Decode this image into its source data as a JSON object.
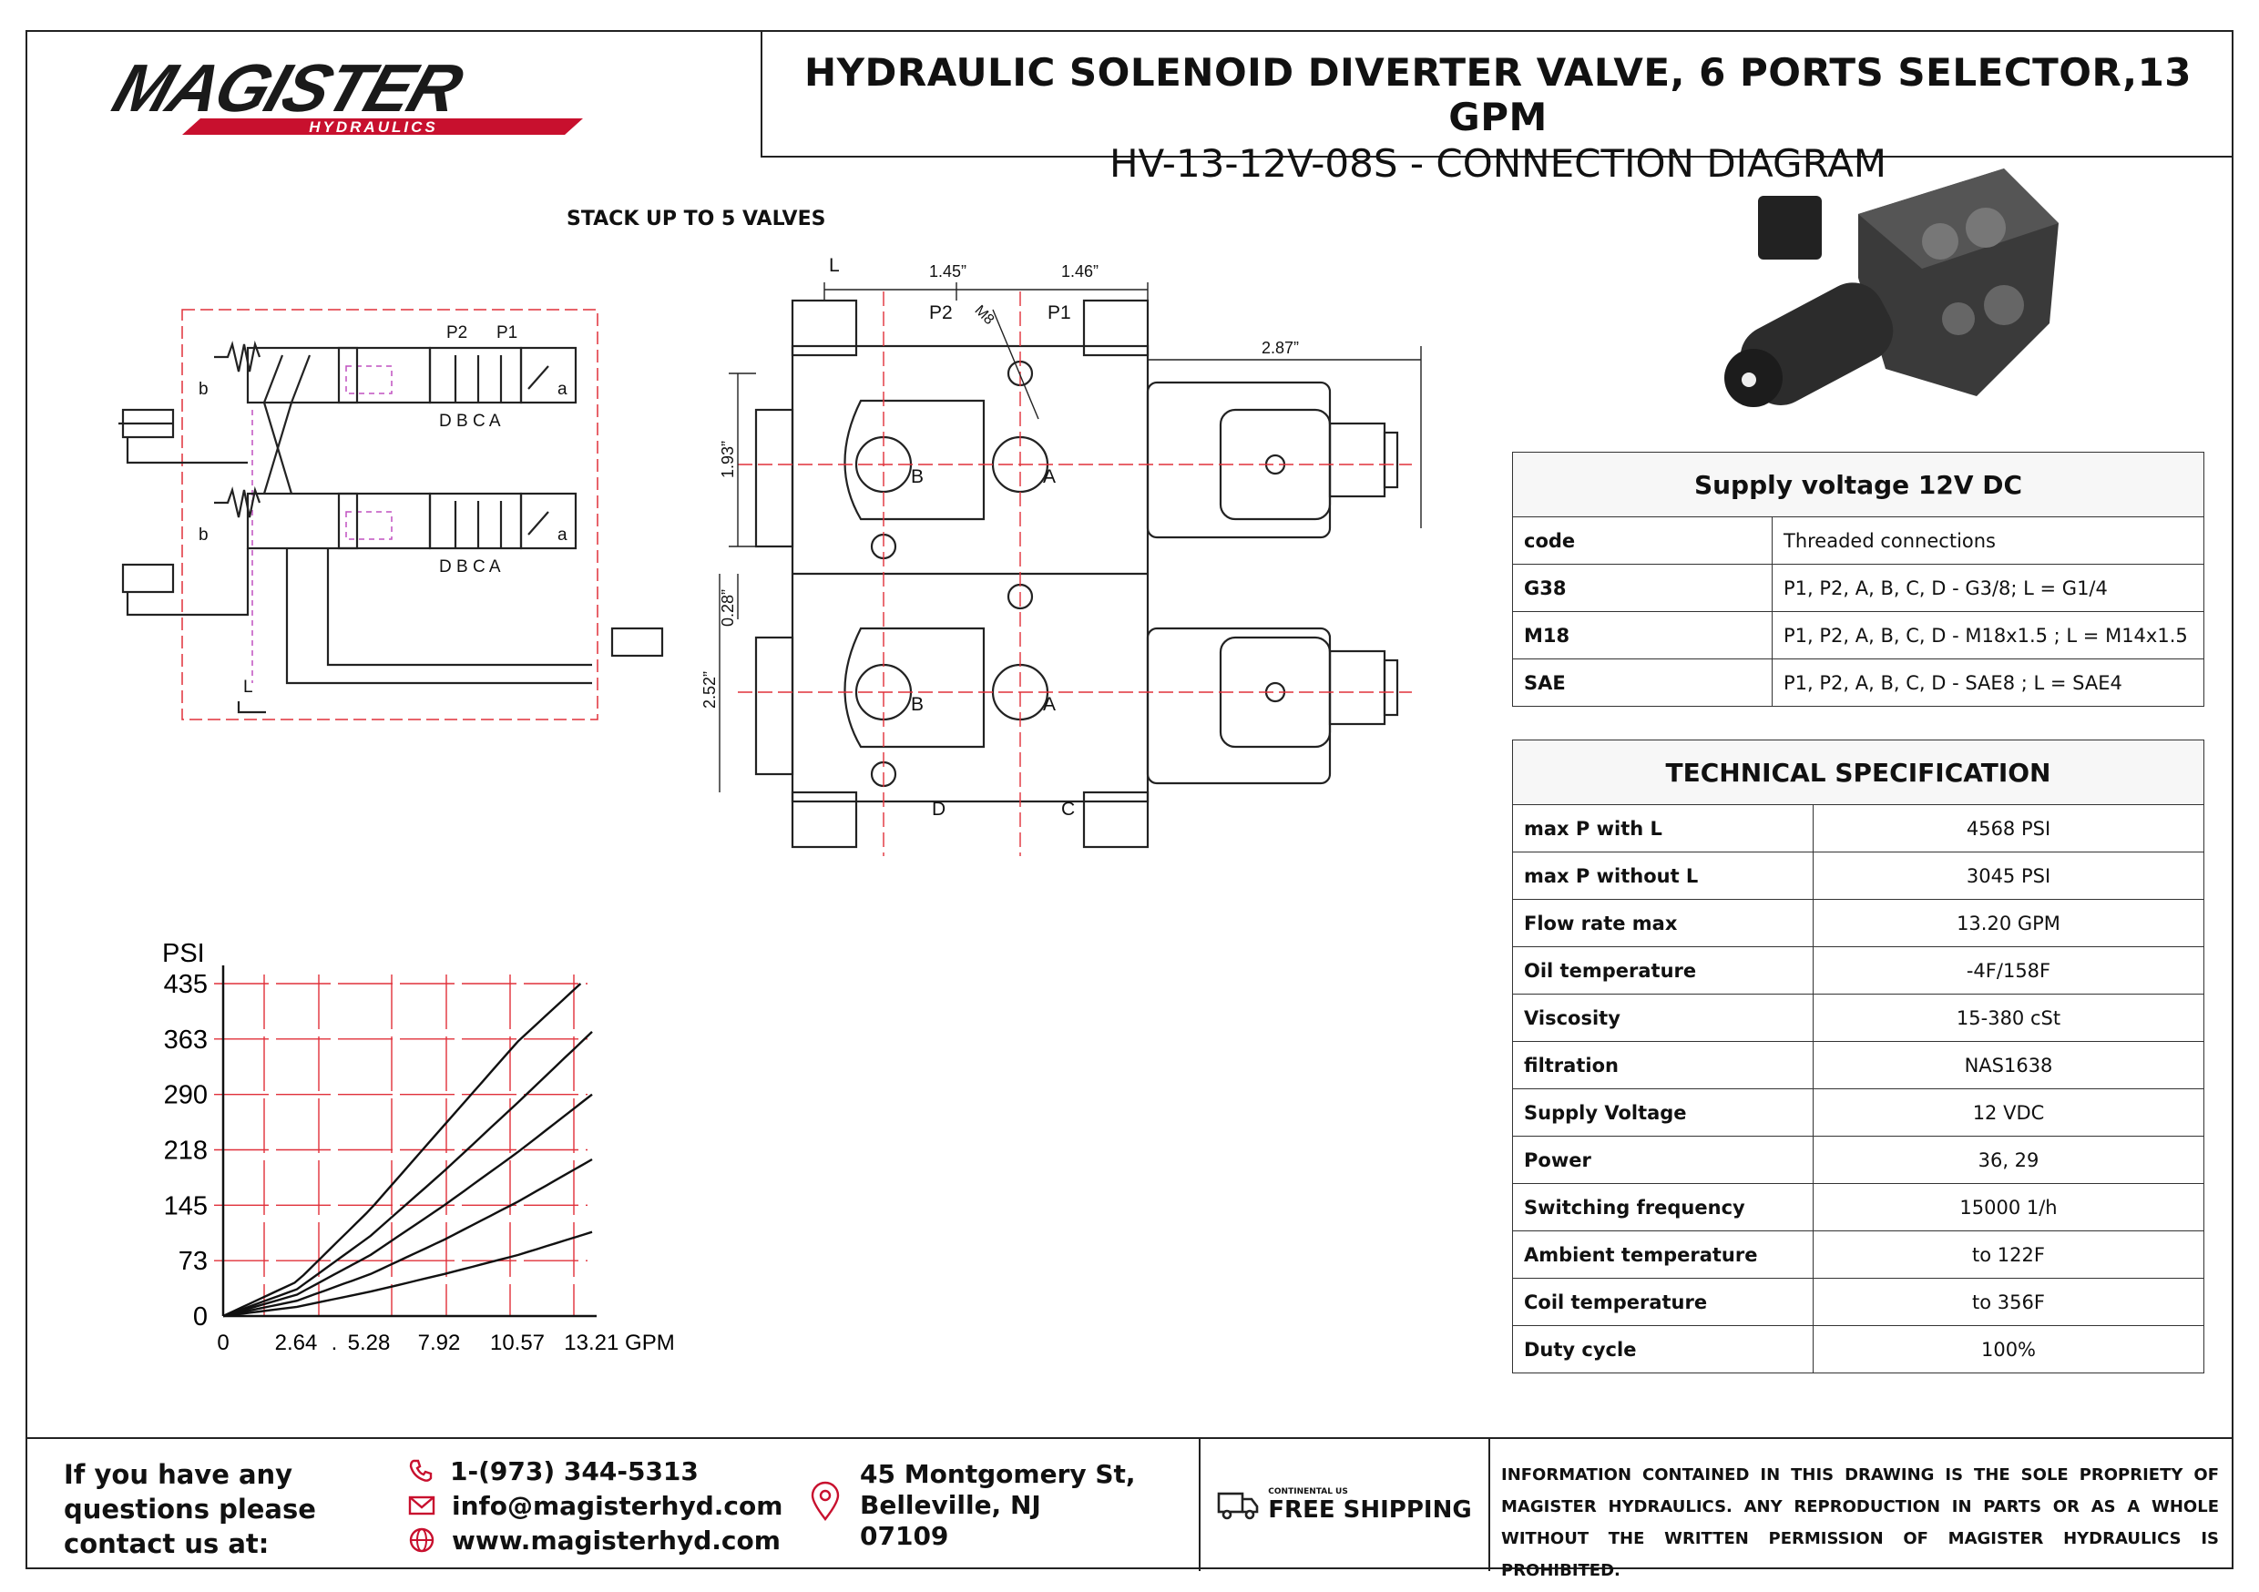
{
  "header": {
    "brand": "MAGISTER",
    "brand_sub": "HYDRAULICS",
    "title": "HYDRAULIC SOLENOID DIVERTER VALVE, 6 PORTS SELECTOR,13 GPM",
    "subtitle": "HV-13-12V-08S - CONNECTION DIAGRAM"
  },
  "diagram": {
    "stack_label": "STACK UP TO 5 VALVES",
    "schematic_labels": {
      "p2": "P2",
      "p1": "P1",
      "ports": "D B C A",
      "b": "b",
      "a": "a",
      "l": "L"
    },
    "drawing_labels": {
      "l": "L",
      "p2": "P2",
      "p1": "P1",
      "m8": "M8",
      "b": "B",
      "a": "A",
      "d": "D",
      "c": "C",
      "dim_145": "1.45”",
      "dim_146": "1.46”",
      "dim_287": "2.87”",
      "dim_193": "1.93”",
      "dim_028": "0.28”",
      "dim_252": "2.52”"
    }
  },
  "supply_table": {
    "header": "Supply voltage 12V DC",
    "rows": [
      {
        "code": "code",
        "value": "Threaded connections"
      },
      {
        "code": "G38",
        "value": "P1, P2, A, B, C, D - G3/8; L = G1/4"
      },
      {
        "code": "M18",
        "value": "P1, P2, A, B, C, D - M18x1.5 ; L = M14x1.5"
      },
      {
        "code": "SAE",
        "value": "P1, P2, A, B, C, D - SAE8 ; L = SAE4"
      }
    ]
  },
  "tech_table": {
    "header": "TECHNICAL SPECIFICATION",
    "rows": [
      {
        "key": "max P with L",
        "value": "4568 PSI"
      },
      {
        "key": "max P without L",
        "value": "3045 PSI"
      },
      {
        "key": "Flow rate max",
        "value": "13.20 GPM"
      },
      {
        "key": "Oil temperature",
        "value": "-4F/158F"
      },
      {
        "key": "Viscosity",
        "value": "15-380 cSt"
      },
      {
        "key": "filtration",
        "value": "NAS1638"
      },
      {
        "key": "Supply Voltage",
        "value": "12 VDC"
      },
      {
        "key": "Power",
        "value": "36, 29"
      },
      {
        "key": "Switching frequency",
        "value": "15000 1/h"
      },
      {
        "key": "Ambient temperature",
        "value": "to 122F"
      },
      {
        "key": "Coil temperature",
        "value": "to 356F"
      },
      {
        "key": "Duty cycle",
        "value": "100%"
      }
    ]
  },
  "chart_data": {
    "type": "line",
    "ylabel": "PSI",
    "xlabel": "GPM",
    "x_ticks": [
      "0",
      "2.64",
      ".",
      "5.28",
      "7.92",
      "10.57",
      "13.21 GPM"
    ],
    "y_ticks": [
      "0",
      "73",
      "145",
      "218",
      "290",
      "363",
      "435"
    ],
    "xlim": [
      0,
      13.21
    ],
    "ylim": [
      0,
      435
    ],
    "grid": true,
    "series": [
      {
        "x": [
          0,
          2.64,
          5.28,
          7.92,
          10.57,
          12.8
        ],
        "y": [
          0,
          45,
          140,
          250,
          360,
          435
        ]
      },
      {
        "x": [
          0,
          2.64,
          5.28,
          7.92,
          10.57,
          13.21
        ],
        "y": [
          0,
          35,
          105,
          190,
          280,
          372
        ]
      },
      {
        "x": [
          0,
          2.64,
          5.28,
          7.92,
          10.57,
          13.21
        ],
        "y": [
          0,
          28,
          80,
          145,
          215,
          290
        ]
      },
      {
        "x": [
          0,
          2.64,
          5.28,
          7.92,
          10.57,
          13.21
        ],
        "y": [
          0,
          20,
          55,
          100,
          150,
          205
        ]
      },
      {
        "x": [
          0,
          2.64,
          5.28,
          7.92,
          10.57,
          13.21
        ],
        "y": [
          0,
          12,
          32,
          55,
          80,
          110
        ]
      }
    ]
  },
  "footer": {
    "question_lines": [
      "If you have any",
      "questions please",
      "contact us at:"
    ],
    "phone": "1-(973) 344-5313",
    "email": "info@magisterhyd.com",
    "website": "www.magisterhyd.com",
    "address_lines": [
      "45 Montgomery St,",
      "Belleville, NJ",
      "07109"
    ],
    "shipping_small": "CONTINENTAL US",
    "shipping_big": "FREE SHIPPING",
    "legal": "INFORMATION CONTAINED IN THIS DRAWING IS THE SOLE PROPRIETY OF MAGISTER HYDRAULICS. ANY REPRODUCTION IN PARTS OR AS A WHOLE WITHOUT THE WRITTEN PERMISSION OF MAGISTER HYDRAULICS IS PROHIBITED."
  }
}
